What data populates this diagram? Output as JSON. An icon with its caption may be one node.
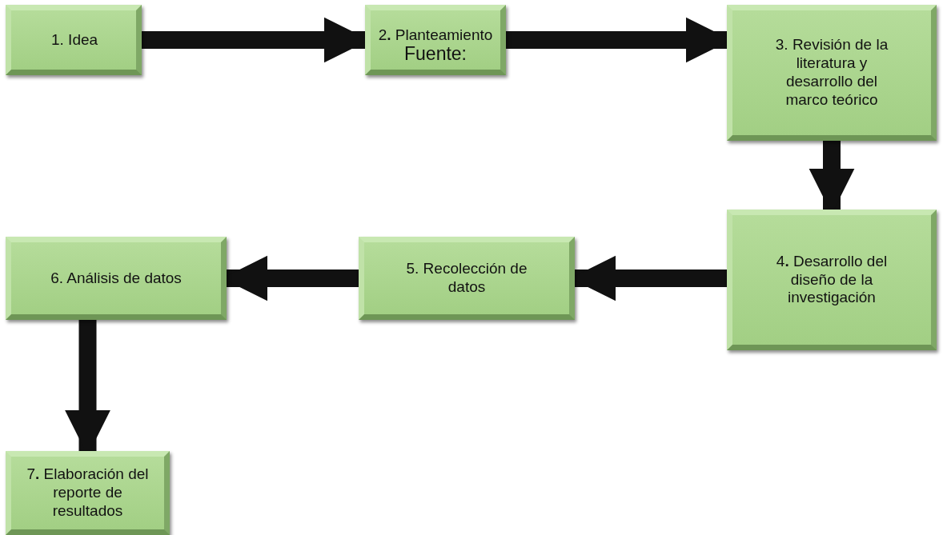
{
  "diagram": {
    "nodes": [
      {
        "text": [
          "1.  Idea"
        ]
      },
      {
        "text": [
          "2**.** Planteamiento",
          "Fuente:"
        ]
      },
      {
        "text": [
          "3. Revisión de la literatura y desarrollo del marco teórico"
        ]
      },
      {
        "text": [
          "4**.** Desarrollo del diseño de la investigación"
        ]
      },
      {
        "text": [
          "5. Recolección de datos"
        ]
      },
      {
        "text": [
          "6. Análisis de datos"
        ]
      },
      {
        "text": [
          "7**.** Elaboración del reporte de resultados"
        ]
      }
    ],
    "edges": [
      {
        "from": 0,
        "to": 1,
        "arrow": "to"
      },
      {
        "from": 1,
        "to": 2,
        "arrow": "to"
      },
      {
        "from": 2,
        "to": 3,
        "arrow": "to"
      },
      {
        "from": 3,
        "to": 4,
        "arrow": "to"
      },
      {
        "from": 4,
        "to": 5,
        "arrow": "to"
      },
      {
        "from": 5,
        "to": 6,
        "arrow": "to"
      }
    ]
  }
}
